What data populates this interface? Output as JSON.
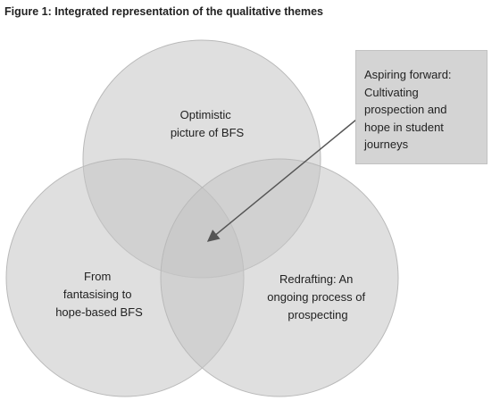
{
  "figure": {
    "title": "Figure 1: Integrated representation of the qualitative themes"
  },
  "circles": [
    {
      "id": "top",
      "lines": [
        "Optimistic",
        "picture of BFS"
      ]
    },
    {
      "id": "left",
      "lines": [
        "From",
        "fantasising to",
        "hope-based BFS"
      ]
    },
    {
      "id": "right",
      "lines": [
        "Redrafting: An",
        "ongoing process of",
        "prospecting"
      ]
    }
  ],
  "callout": {
    "lines": [
      "Aspiring forward:",
      "Cultivating",
      "prospection and",
      "hope in student",
      "journeys"
    ]
  },
  "colors": {
    "circle_fill": "#c4c4c4",
    "circle_stroke": "#b9b9b9",
    "callout_fill": "#d4d4d4",
    "arrow": "#555555",
    "text": "#222222"
  }
}
